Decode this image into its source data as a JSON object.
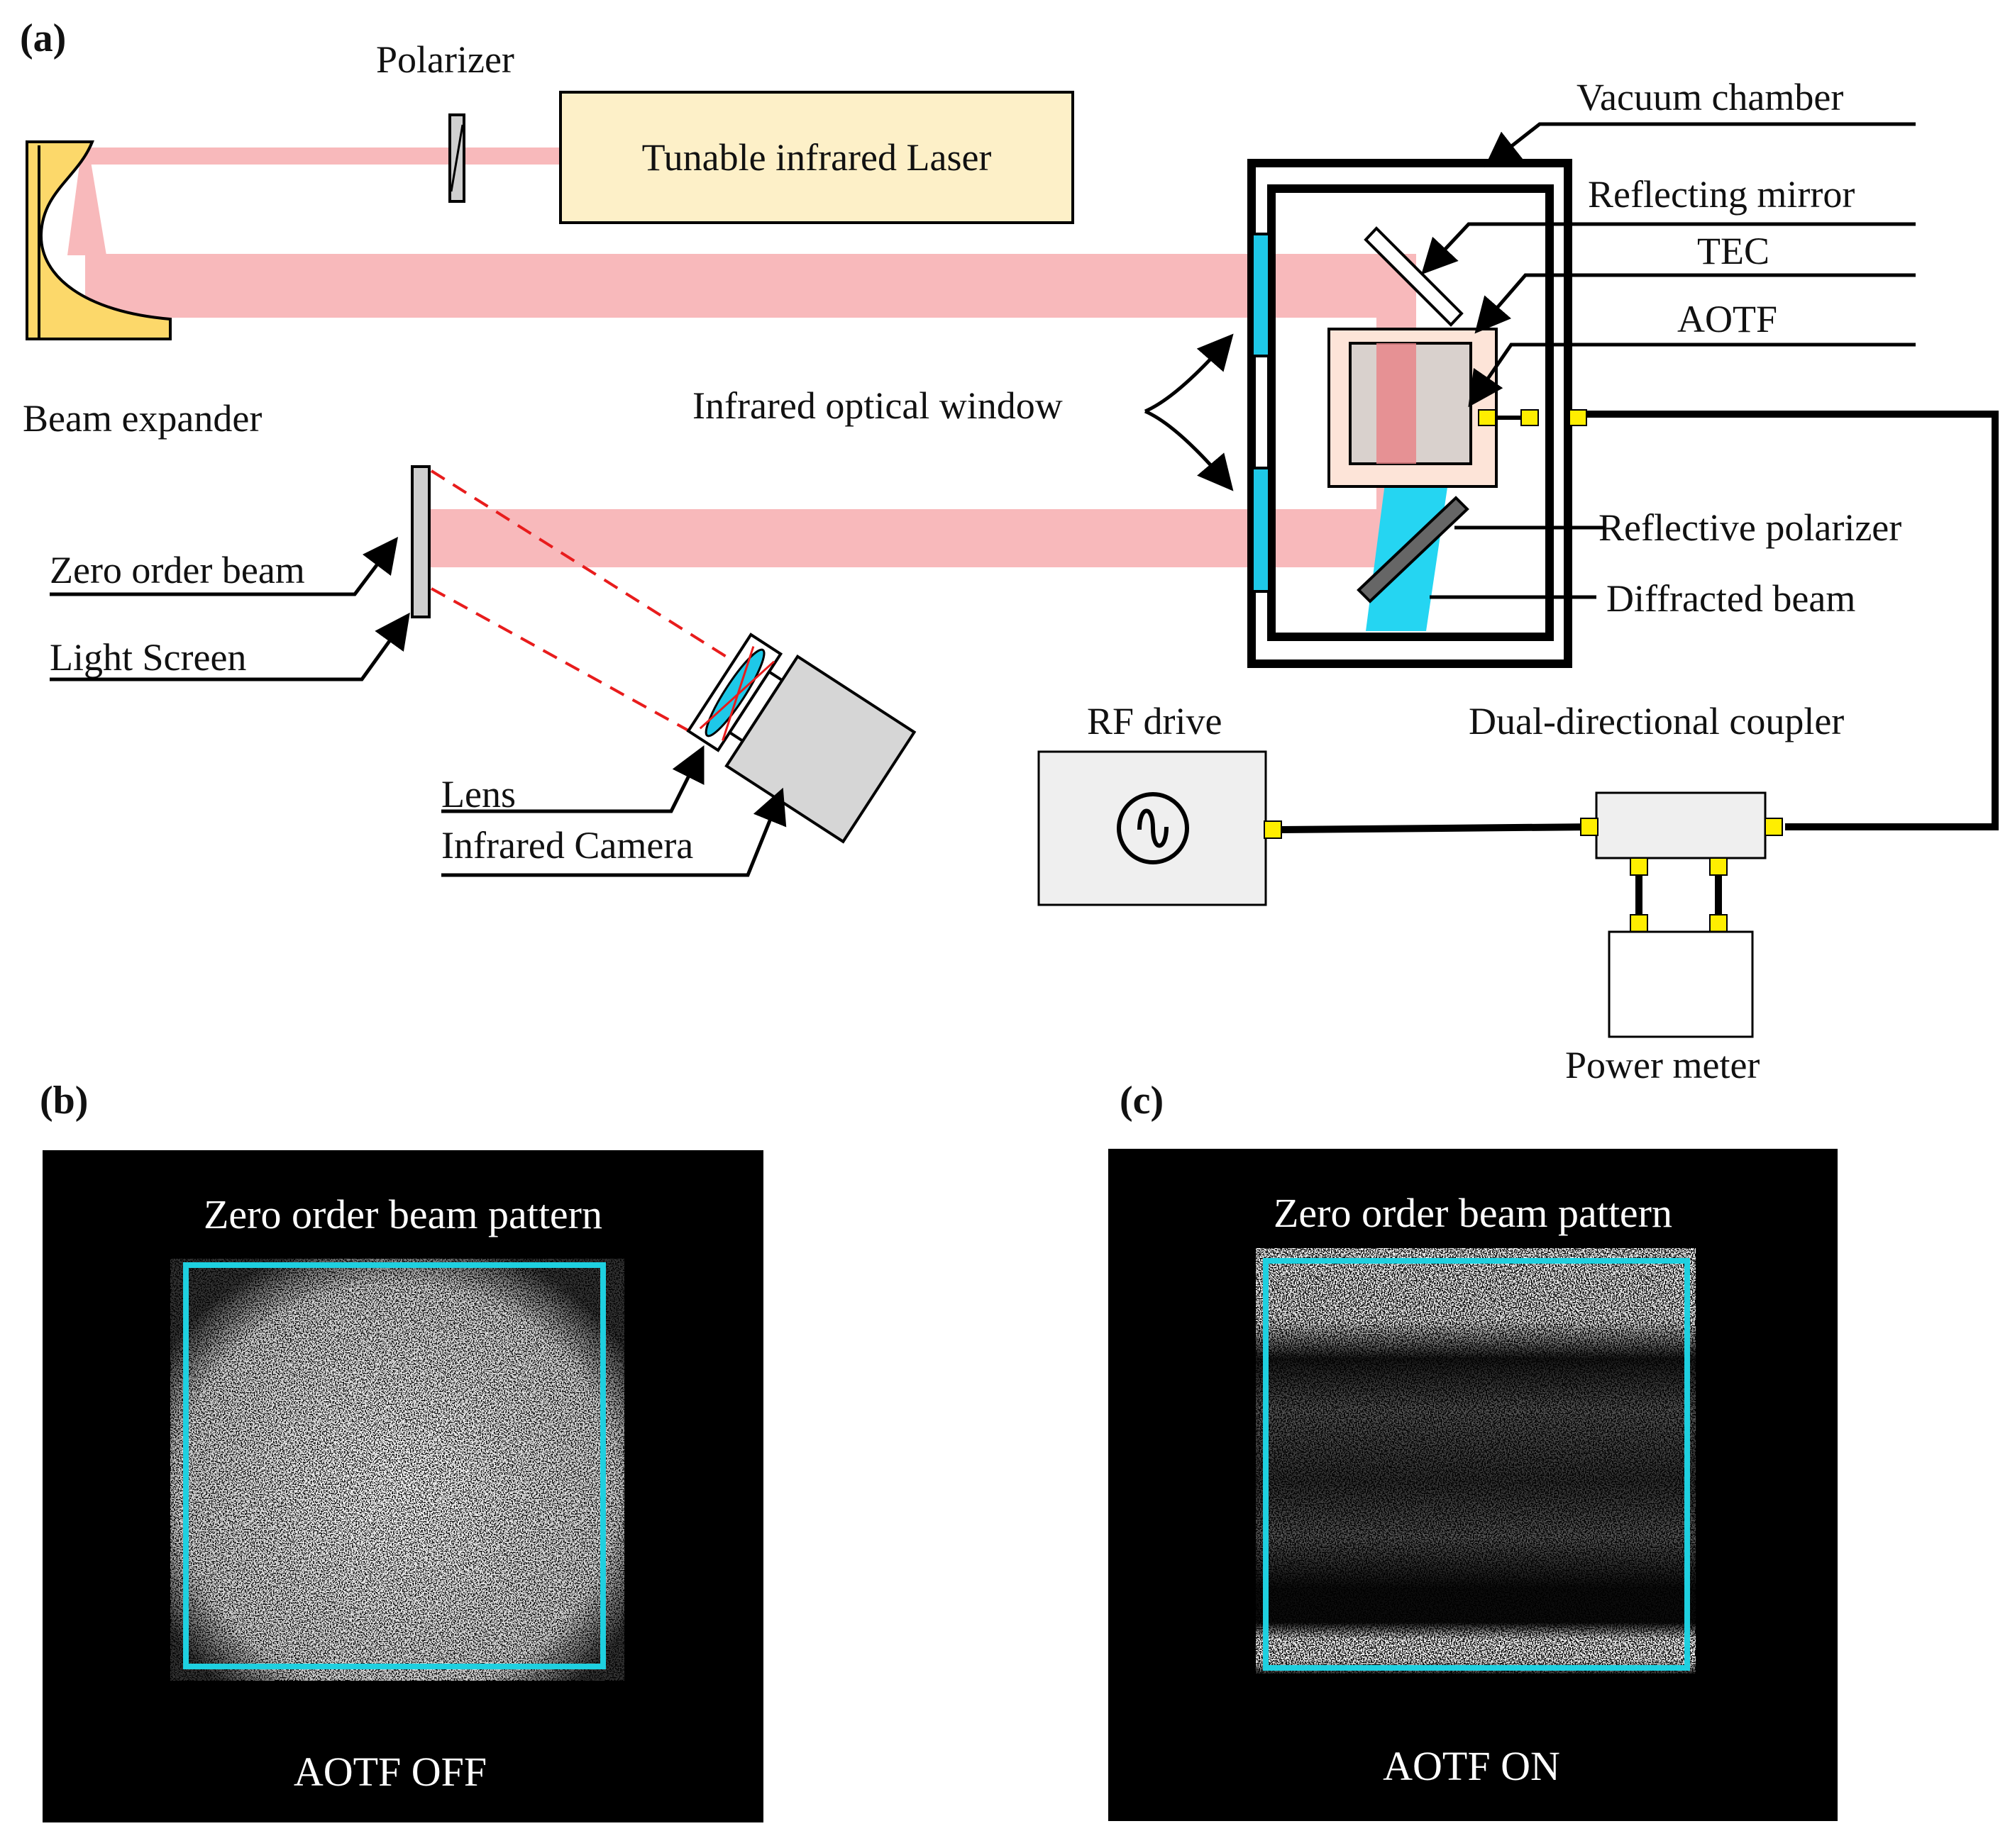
{
  "panels": {
    "a": "(a)",
    "b": "(b)",
    "c": "(c)"
  },
  "labels": {
    "polarizer": "Polarizer",
    "laser": "Tunable infrared Laser",
    "beam_expander": "Beam expander",
    "vacuum_chamber": "Vacuum chamber",
    "reflecting_mirror": "Reflecting mirror",
    "tec": "TEC",
    "aotf": "AOTF",
    "infrared_window": "Infrared optical window",
    "reflective_polarizer": "Reflective polarizer",
    "diffracted_beam": "Diffracted beam",
    "zero_order_beam": "Zero order beam",
    "light_screen": "Light Screen",
    "lens": "Lens",
    "infrared_camera": "Infrared Camera",
    "rf_drive": "RF drive",
    "coupler": "Dual-directional coupler",
    "power_meter": "Power meter"
  },
  "image_b": {
    "title": "Zero order beam pattern",
    "caption": "AOTF OFF"
  },
  "image_c": {
    "title": "Zero order beam pattern",
    "caption": "AOTF ON"
  },
  "colors": {
    "beam_red": "#f8b9bb",
    "beam_aotf": "#e8868a",
    "diffracted_blue": "#25d5f2",
    "window_cyan": "#1ec8e8",
    "expander_yellow": "#fcd86a",
    "laser_fill": "#fdf0c8",
    "tec_fill": "#fde4d8",
    "connector_yellow": "#ffee00",
    "roi_cyan": "#1ed0e0"
  },
  "icons": {
    "rf_source": "sine-source-icon"
  }
}
